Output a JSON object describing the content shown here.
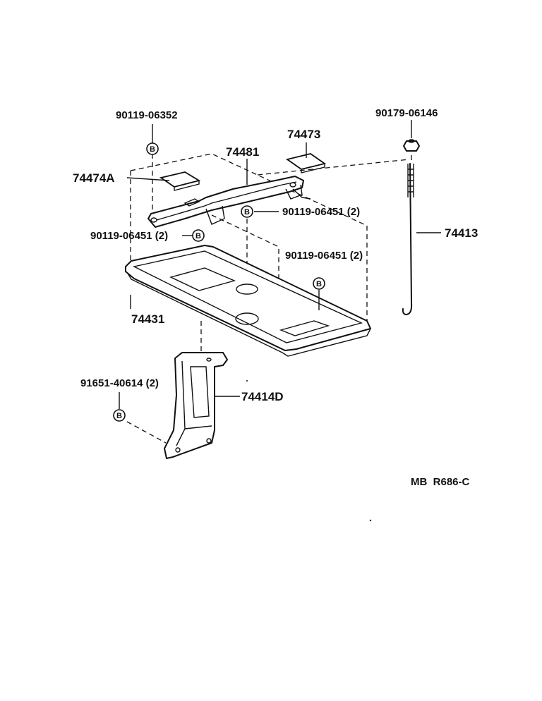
{
  "labels": {
    "bolt_top": "90119-06352",
    "nut": "90179-06146",
    "pad_right": "74473",
    "clamp": "74481",
    "pad_left": "74474A",
    "bolt_clamp_right": "90119-06451 (2)",
    "bolt_clamp_left": "90119-06451 (2)",
    "bolt_tray_right": "90119-06451 (2)",
    "rod": "74413",
    "tray": "74431",
    "bolt_bracket": "91651-40614 (2)",
    "bracket": "74414D",
    "diagram_code": "MB  R686-C"
  },
  "badges": {
    "bolt": "B"
  }
}
